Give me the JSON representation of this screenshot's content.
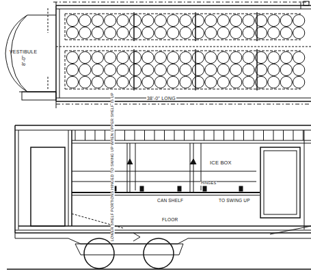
{
  "diagram": {
    "labels": [
      "VESTIBULE",
      "8'-0\"",
      "38'-0\" LONG",
      "ICE BOX",
      "LOWER SHELF PORTIONS HINGED TO SWING UP WHEN UPPER SHELF IS UP",
      "HINGES",
      "CAN SHELF",
      "TO SWING UP",
      "FLOOR"
    ]
  }
}
